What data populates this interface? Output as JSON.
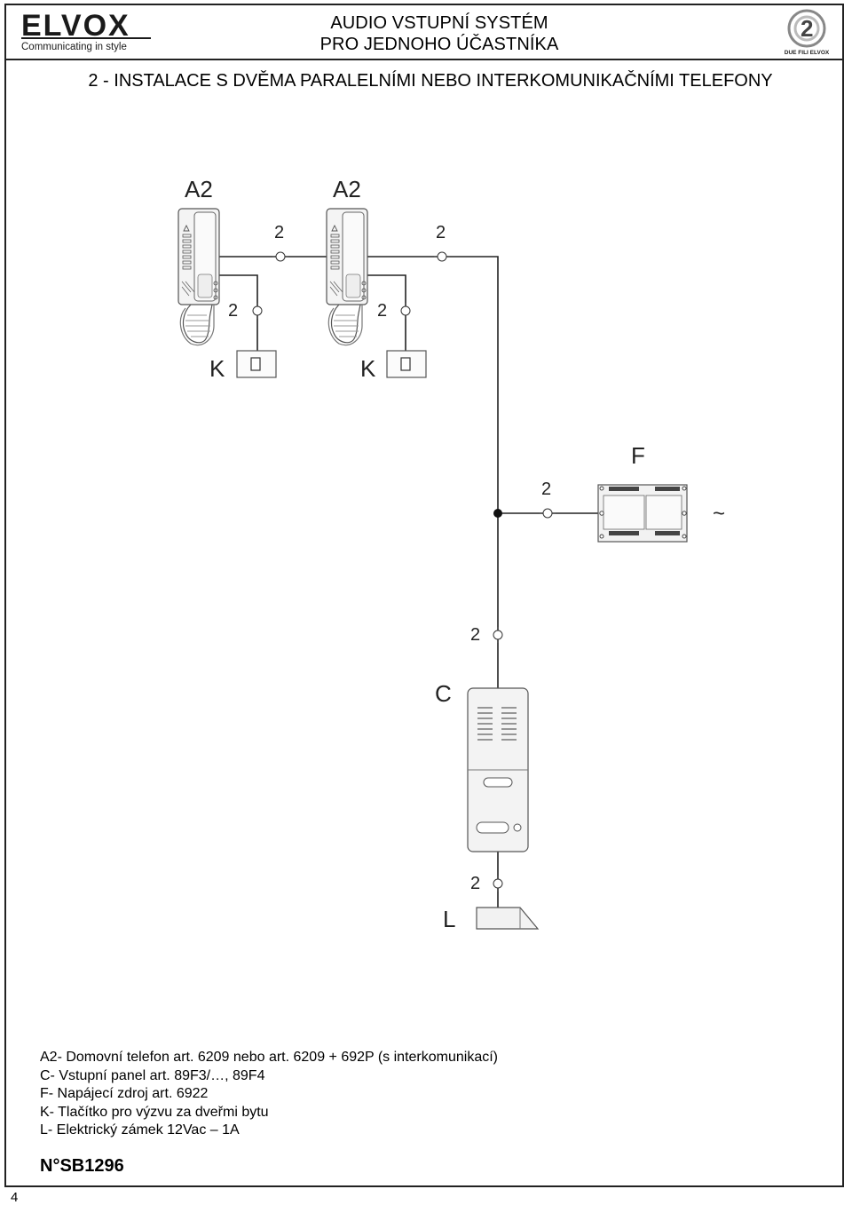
{
  "header": {
    "logo_text": "ELVOX",
    "logo_tagline": "Communicating in style",
    "title_line1": "AUDIO VSTUPNÍ SYSTÉM",
    "title_line2": "PRO JEDNOHO ÚČASTNÍKA",
    "badge_text": "DUE FILI ELVOX"
  },
  "section_heading": "2 - INSTALACE S DVĚMA PARALELNÍMI NEBO INTERKOMUNIKAČNÍMI TELEFONY",
  "diagram": {
    "labels": {
      "handset_1": "A2",
      "handset_2": "A2",
      "button_1": "K",
      "button_2": "K",
      "power_supply": "F",
      "entry_panel": "C",
      "lock": "L",
      "ac_symbol": "~"
    },
    "wire_count": "2"
  },
  "legend": {
    "items": [
      "A2- Domovní telefon art. 6209 nebo art. 6209 + 692P (s interkomunikací)",
      "C- Vstupní panel art. 89F3/…, 89F4",
      "F- Napájecí zdroj art. 6922",
      "K- Tlačítko pro výzvu za dveřmi bytu",
      "L- Elektrický zámek 12Vac – 1A"
    ]
  },
  "doc_code": "N°SB1296",
  "page_number": "4"
}
